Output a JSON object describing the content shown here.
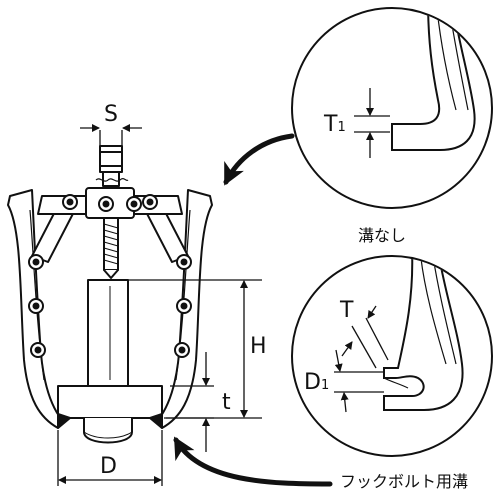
{
  "labels": {
    "S": "S",
    "H": "H",
    "t": "t",
    "D": "D",
    "T1_main": "T",
    "T1_sub": "1",
    "T": "T",
    "D1_main": "D",
    "D1_sub": "1"
  },
  "captions": {
    "no_groove": "溝なし",
    "hook_bolt_groove": "フックボルト用溝"
  }
}
